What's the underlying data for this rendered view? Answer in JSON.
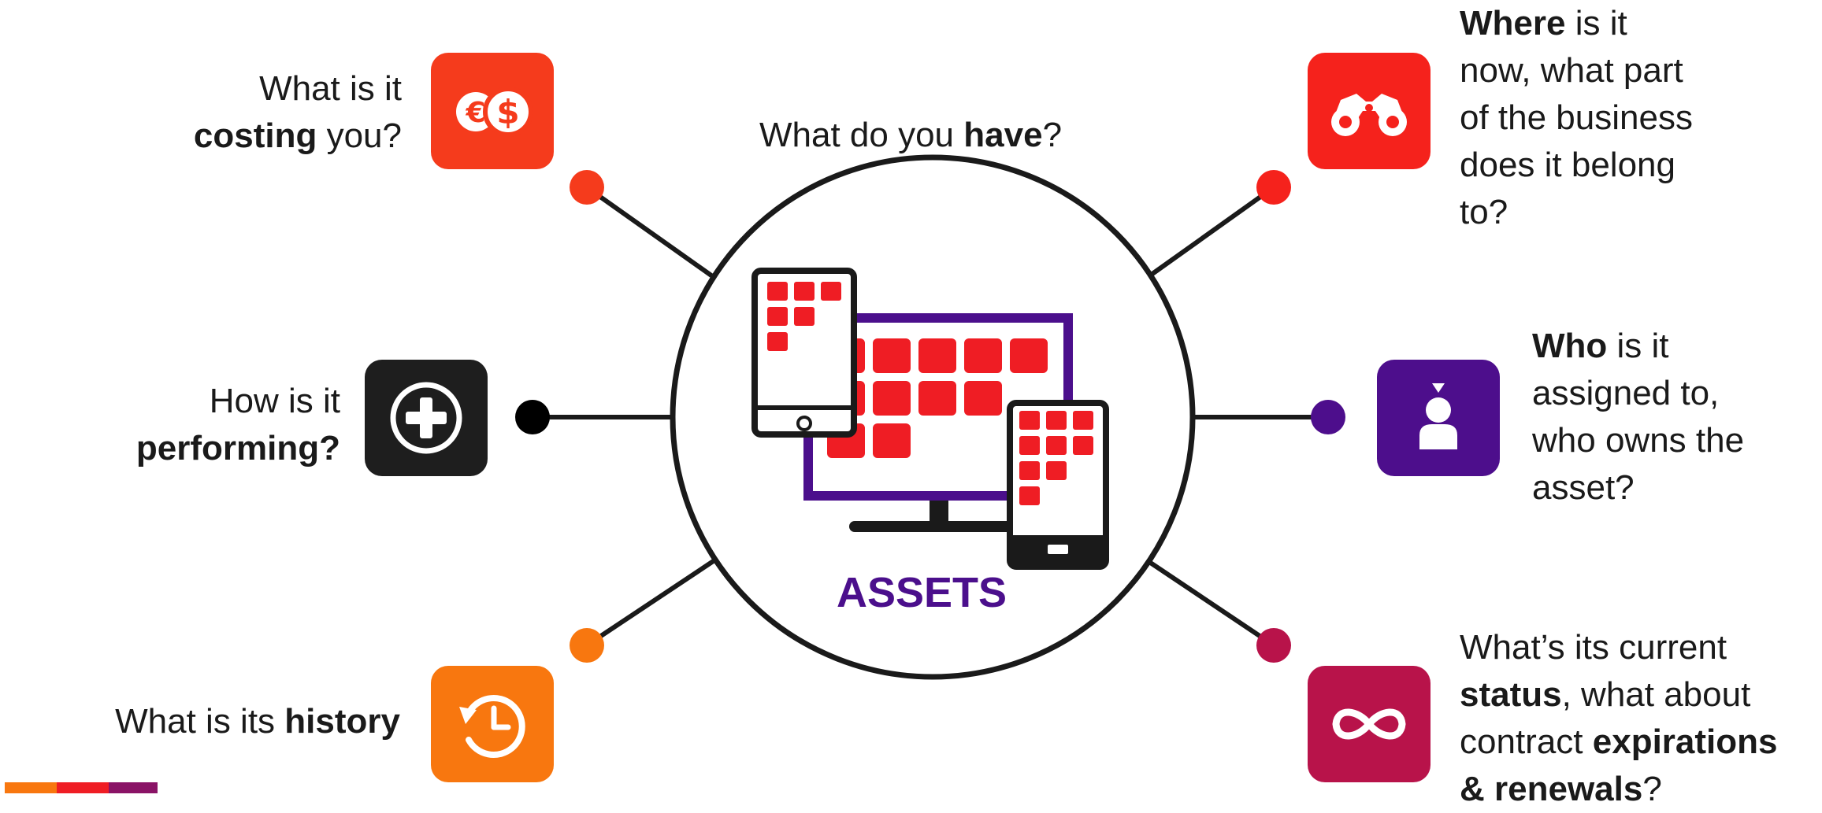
{
  "center": {
    "label": "ASSETS"
  },
  "top_question": {
    "pre": "What do you ",
    "bold": "have",
    "post": "?"
  },
  "costing": {
    "line1": "What is it",
    "bold": "costing",
    "post": " you?"
  },
  "performing": {
    "line1": "How is it",
    "bold": "performing?"
  },
  "history": {
    "pre": "What is its ",
    "bold": "history"
  },
  "where": {
    "bold": "Where",
    "l1post": " is it",
    "l2": "now, what part",
    "l3": "of the business",
    "l4": "does it belong",
    "l5": "to?"
  },
  "who": {
    "bold": "Who",
    "l1post": " is it",
    "l2": "assigned to,",
    "l3": "who owns the",
    "l4": "asset?"
  },
  "status": {
    "l1": "What’s its current",
    "bold1": "status",
    "l2post": ", what about",
    "l3pre": "contract ",
    "bold2": "expirations",
    "bold3": "& renewals",
    "l4post": "?"
  },
  "icons": {
    "costing": "currency-icon",
    "performing": "plus-icon",
    "history": "history-icon",
    "where": "binoculars-icon",
    "who": "user-icon",
    "status": "infinity-icon"
  },
  "colors": {
    "costing": "#f53b1c",
    "performing": "#1e1e1e",
    "history": "#f8770f",
    "where": "#f5221c",
    "who": "#4d0e8c",
    "status": "#b8134a",
    "assets": "#4b0f8c",
    "tiles": "#ef1d24"
  }
}
